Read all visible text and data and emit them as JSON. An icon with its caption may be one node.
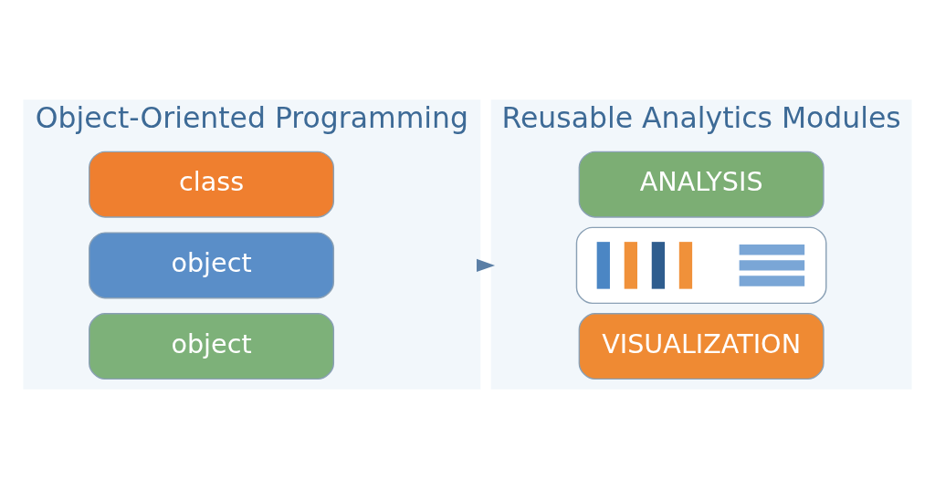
{
  "diagram": {
    "nodes": [
      {
        "text": [
          "Object-Oriented Programming"
        ]
      },
      {
        "text": [
          "class"
        ],
        "in": 0
      },
      {
        "text": [
          "object"
        ],
        "in": 0
      },
      {
        "text": [
          "object"
        ],
        "in": 0
      },
      {
        "text": [
          "Reusable Analytics Modules"
        ]
      },
      {
        "text": [
          "ANALYSIS"
        ],
        "in": 4
      },
      {
        "text": [],
        "shape": "picture",
        "in": 4
      },
      {
        "text": [
          "VISUALIZATION"
        ],
        "in": 4
      }
    ],
    "edges": [
      {
        "from": 0,
        "to": 4,
        "arrow": "to",
        "style": "dashed"
      }
    ]
  }
}
